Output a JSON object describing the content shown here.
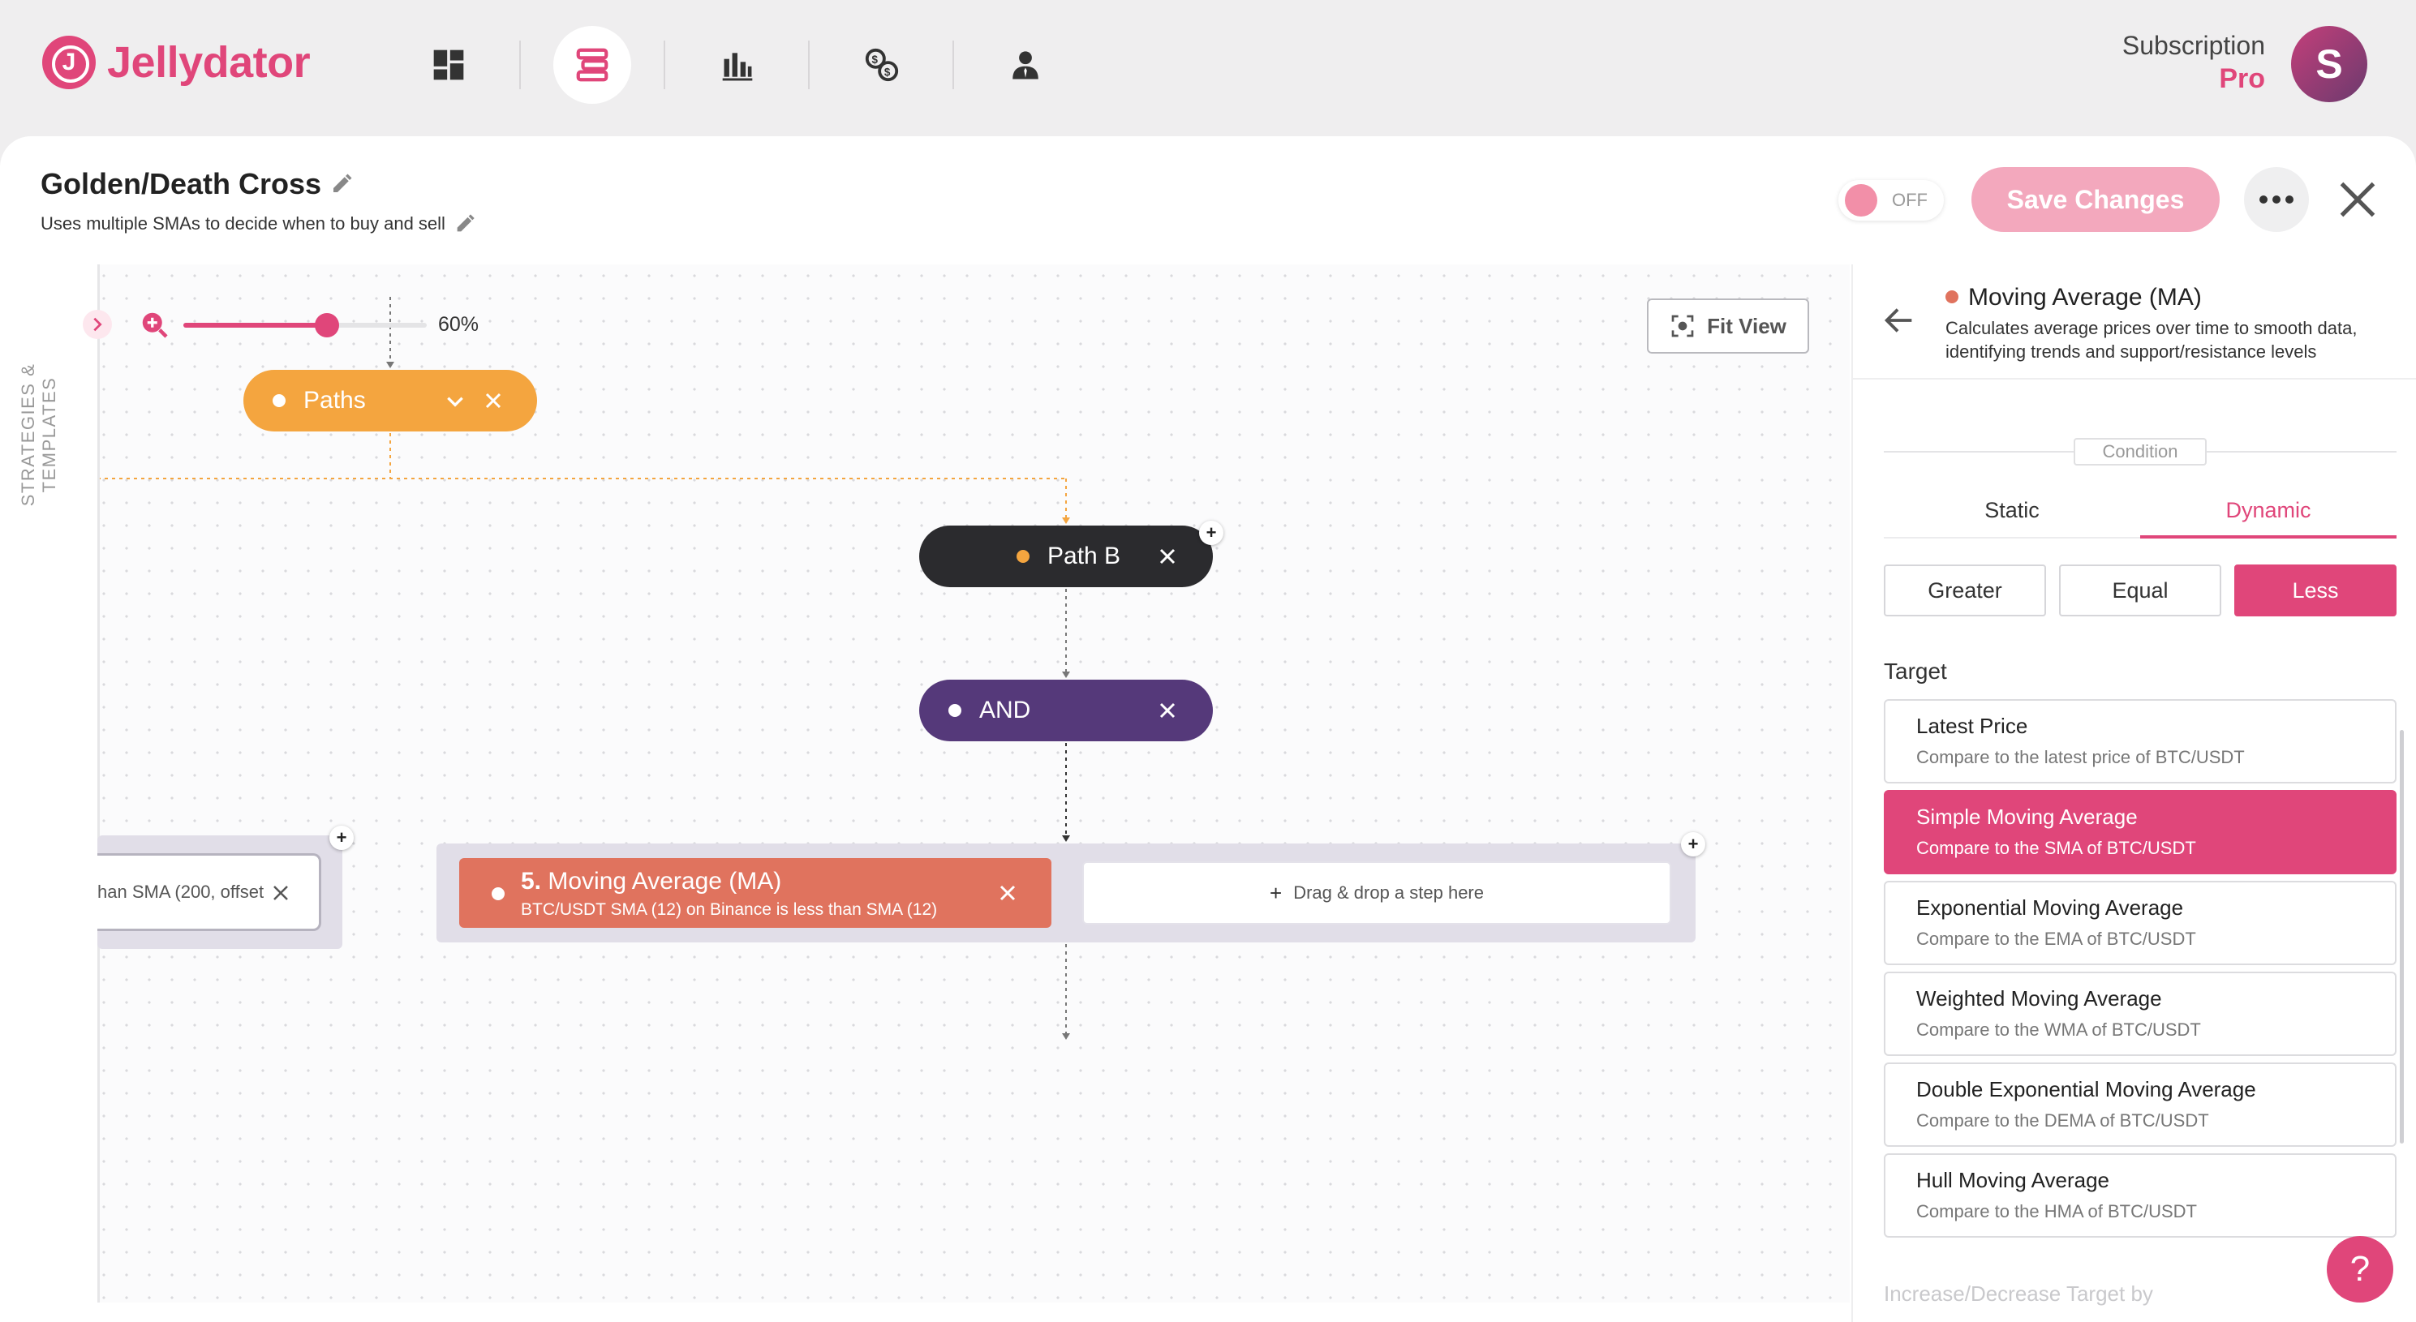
{
  "app": {
    "name": "Jellydator",
    "brand_color": "#e0467a"
  },
  "nav": {
    "icons": [
      "dashboard-icon",
      "strategy-builder-icon",
      "bar-chart-icon",
      "exchange-icon",
      "user-icon"
    ],
    "active": "strategy-builder-icon"
  },
  "account": {
    "subscription_label": "Subscription",
    "plan": "Pro",
    "avatar_initial": "S"
  },
  "strategy": {
    "name": "Golden/Death Cross",
    "description": "Uses multiple SMAs to decide when to buy and sell",
    "toggle_state": "OFF",
    "save_label": "Save Changes"
  },
  "canvas": {
    "side_label": "STRATEGIES & TEMPLATES",
    "zoom_percent": "60%",
    "zoom_level": 0.6,
    "fit_view_label": "Fit View",
    "nodes": {
      "paths": "Paths",
      "path_b": "Path B",
      "and": "AND"
    },
    "partial_card_text": "han SMA (200, offset",
    "step": {
      "number": "5.",
      "title": "Moving Average (MA)",
      "subtitle": "BTC/USDT SMA (12) on Binance is less than SMA (12)"
    },
    "drop_zone_label": "Drag & drop a step here"
  },
  "right_panel": {
    "title": "Moving Average (MA)",
    "description": "Calculates average prices over time to smooth data, identifying trends and support/resistance levels",
    "section_label": "Condition",
    "tabs": [
      {
        "label": "Static",
        "active": false
      },
      {
        "label": "Dynamic",
        "active": true
      }
    ],
    "comparators": [
      {
        "label": "Greater",
        "active": false
      },
      {
        "label": "Equal",
        "active": false
      },
      {
        "label": "Less",
        "active": true
      }
    ],
    "target_label": "Target",
    "target_options": [
      {
        "title": "Latest Price",
        "subtitle": "Compare to the latest price of BTC/USDT",
        "active": false
      },
      {
        "title": "Simple Moving Average",
        "subtitle": "Compare to the SMA of BTC/USDT",
        "active": true
      },
      {
        "title": "Exponential Moving Average",
        "subtitle": "Compare to the EMA of BTC/USDT",
        "active": false
      },
      {
        "title": "Weighted Moving Average",
        "subtitle": "Compare to the WMA of BTC/USDT",
        "active": false
      },
      {
        "title": "Double Exponential Moving Average",
        "subtitle": "Compare to the DEMA of BTC/USDT",
        "active": false
      },
      {
        "title": "Hull Moving Average",
        "subtitle": "Compare to the HMA of BTC/USDT",
        "active": false
      }
    ],
    "next_section_label": "Increase/Decrease Target by"
  },
  "help": {
    "label": "?"
  }
}
